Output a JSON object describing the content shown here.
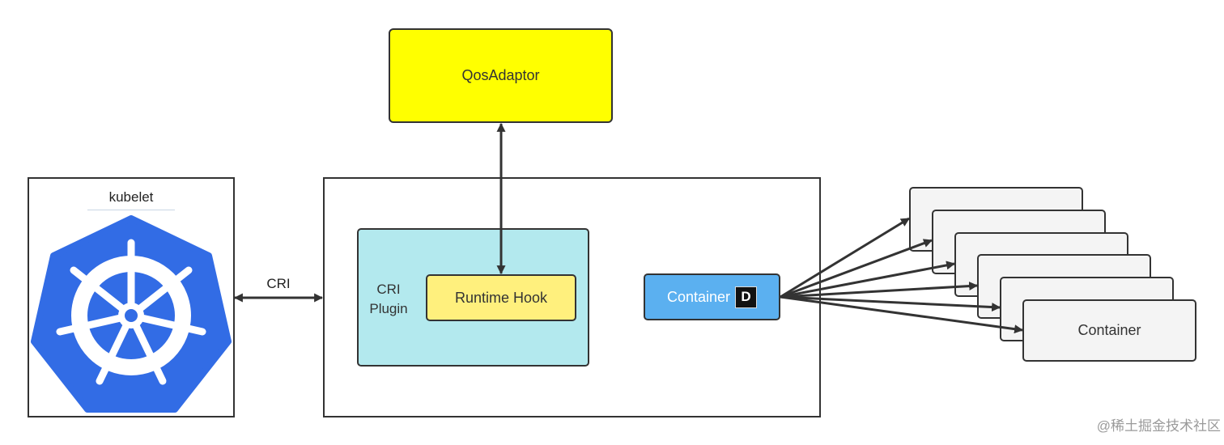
{
  "kubelet": {
    "label": "kubelet"
  },
  "qos_adaptor": {
    "label": "QosAdaptor"
  },
  "cri_plugin": {
    "label_line1": "CRI",
    "label_line2": "Plugin"
  },
  "runtime_hook": {
    "label": "Runtime Hook"
  },
  "container_d": {
    "label": "Container",
    "badge": "D"
  },
  "container_stack": {
    "card_count": 6,
    "top_label": "Container"
  },
  "edges": {
    "cri_label": "CRI"
  },
  "watermark": "@稀土掘金技术社区",
  "colors": {
    "qos_fill": "#ffff00",
    "cri_plugin_fill": "#b3e9ee",
    "runtime_hook_fill": "#fff07d",
    "container_d_fill": "#5bb0f0",
    "container_card_fill": "#f4f4f4",
    "k8s_logo_blue": "#326ce5",
    "stroke": "#333333"
  }
}
